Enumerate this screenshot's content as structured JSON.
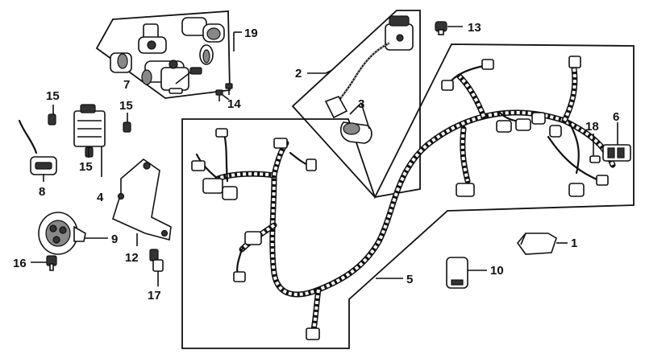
{
  "callouts": [
    {
      "id": "c1",
      "number": "1"
    },
    {
      "id": "c2",
      "number": "2"
    },
    {
      "id": "c3",
      "number": "3"
    },
    {
      "id": "c4",
      "number": "4"
    },
    {
      "id": "c5",
      "number": "5"
    },
    {
      "id": "c6",
      "number": "6"
    },
    {
      "id": "c7",
      "number": "7"
    },
    {
      "id": "c8",
      "number": "8"
    },
    {
      "id": "c9",
      "number": "9"
    },
    {
      "id": "c10",
      "number": "10"
    },
    {
      "id": "c12",
      "number": "12"
    },
    {
      "id": "c13",
      "number": "13"
    },
    {
      "id": "c14",
      "number": "14"
    },
    {
      "id": "c15a",
      "number": "15"
    },
    {
      "id": "c15b",
      "number": "15"
    },
    {
      "id": "c15c",
      "number": "15"
    },
    {
      "id": "c16",
      "number": "16"
    },
    {
      "id": "c17",
      "number": "17"
    },
    {
      "id": "c18",
      "number": "18"
    },
    {
      "id": "c19",
      "number": "19"
    }
  ]
}
